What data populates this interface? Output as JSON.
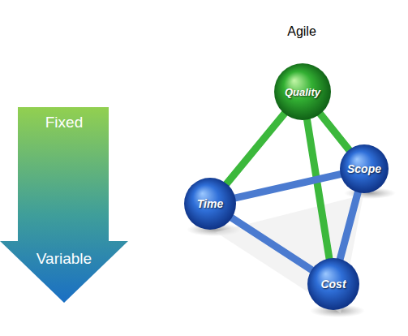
{
  "diagram": {
    "title": "Agile",
    "nodes": [
      {
        "text": [
          "Fixed",
          "Variable"
        ]
      },
      {
        "text": [
          "Quality"
        ]
      },
      {
        "text": [
          "Scope"
        ]
      },
      {
        "text": [
          "Time"
        ]
      },
      {
        "text": [
          "Cost"
        ]
      }
    ],
    "edges": [
      {
        "from": 1,
        "to": 3,
        "arrow": "none"
      },
      {
        "from": 1,
        "to": 2,
        "arrow": "none"
      },
      {
        "from": 1,
        "to": 4,
        "arrow": "none"
      },
      {
        "from": 3,
        "to": 2,
        "arrow": "none"
      },
      {
        "from": 3,
        "to": 4,
        "arrow": "none"
      },
      {
        "from": 2,
        "to": 4,
        "arrow": "none"
      }
    ]
  }
}
